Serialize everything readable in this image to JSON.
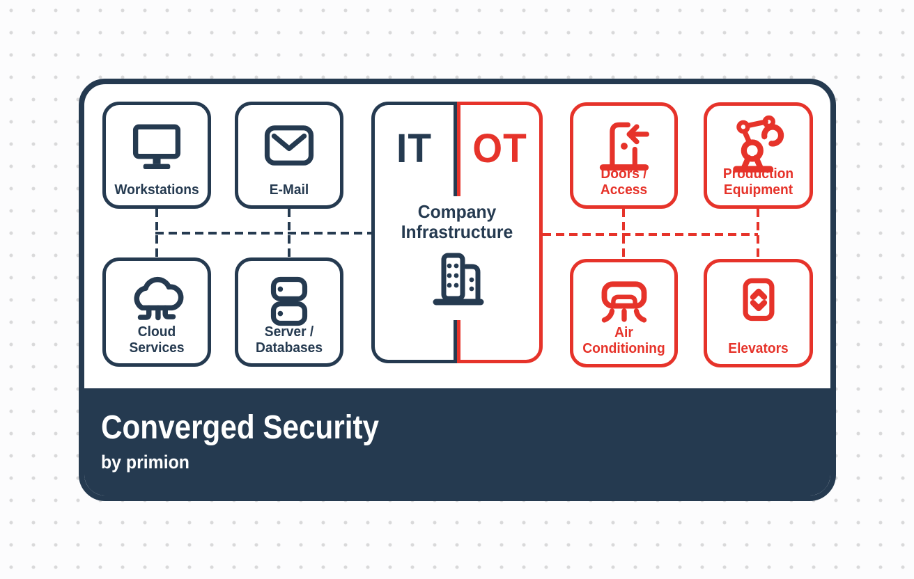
{
  "colors": {
    "navy": "#253A50",
    "red": "#E6332A",
    "dot_grid": "#D9D9DA",
    "background": "#FCFCFD",
    "card_background": "#FFFFFF",
    "footer_text": "#FFFFFF"
  },
  "footer": {
    "title": "Converged Security",
    "subtitle": "by primion"
  },
  "center": {
    "it_label": "IT",
    "ot_label": "OT",
    "label": "Company\nInfrastructure",
    "icon": "office-building-icon"
  },
  "it_boxes": {
    "workstations": {
      "label": "Workstations",
      "icon": "monitor-icon"
    },
    "email": {
      "label": "E-Mail",
      "icon": "envelope-icon"
    },
    "cloud": {
      "label": "Cloud\nServices",
      "icon": "cloud-icon"
    },
    "server": {
      "label": "Server /\nDatabases",
      "icon": "server-stack-icon"
    }
  },
  "ot_boxes": {
    "doors": {
      "label": "Doors /\nAccess",
      "icon": "door-access-icon"
    },
    "production": {
      "label": "Production\nEquipment",
      "icon": "robot-arm-icon"
    },
    "ac": {
      "label": "Air\nConditioning",
      "icon": "air-conditioner-icon"
    },
    "elevators": {
      "label": "Elevators",
      "icon": "elevator-icon"
    }
  }
}
